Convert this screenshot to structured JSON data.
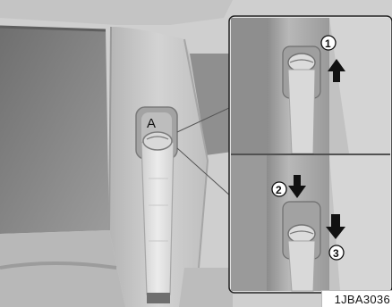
{
  "illustration": {
    "main_anchor_label": "A",
    "callouts": [
      "1",
      "2",
      "3"
    ],
    "figure_code": "1JBA3036"
  },
  "colors": {
    "background": "#ffffff",
    "trim_gray": "#bdbdbd",
    "window_dark": "#8e8e8e",
    "belt_light": "#e6e6e6",
    "arrow": "#111111"
  }
}
